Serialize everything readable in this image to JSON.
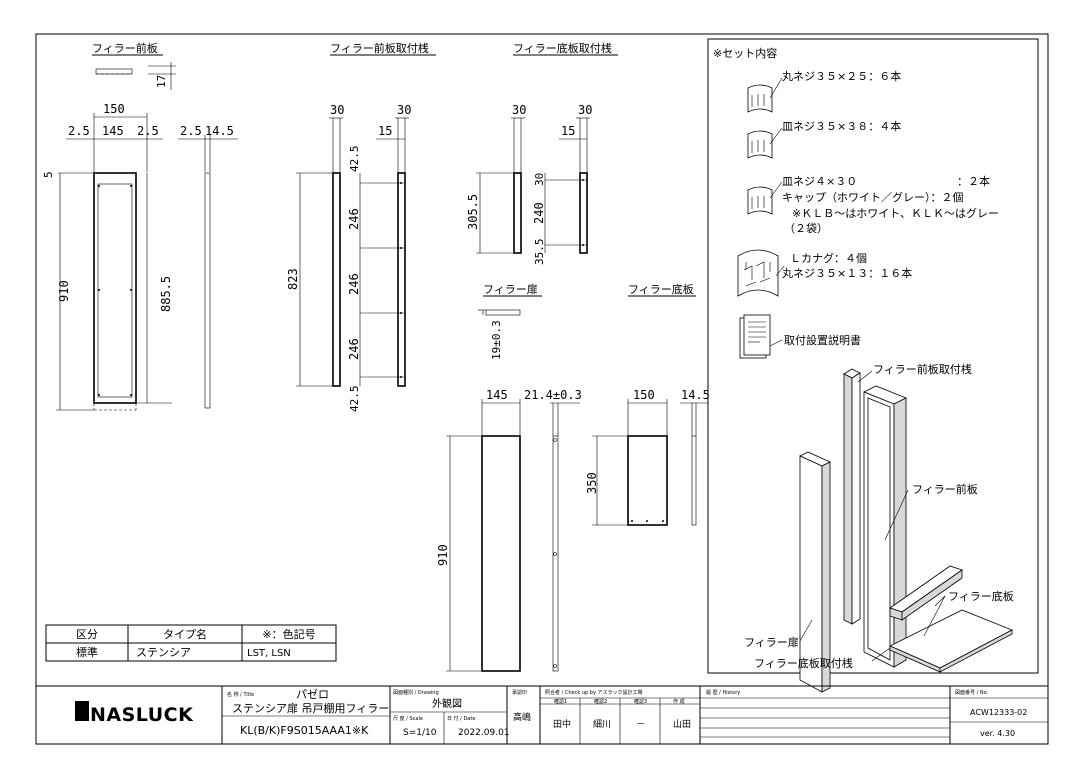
{
  "titles": {
    "front_board": "フィラー前板",
    "front_frame": "フィラー前板取付桟",
    "bottom_frame": "フィラー底板取付桟",
    "door": "フィラー扉",
    "bottom_board": "フィラー底板"
  },
  "dims": {
    "fb_17": "17",
    "fb_150": "150",
    "fb_2_5a": "2.5",
    "fb_145": "145",
    "fb_2_5b": "2.5",
    "fb_2_5c": "2.5",
    "fb_14_5": "14.5",
    "fb_5": "5",
    "fb_910": "910",
    "fb_885_5": "885.5",
    "ff_30a": "30",
    "ff_30b": "30",
    "ff_15": "15",
    "ff_42_5a": "42.5",
    "ff_246a": "246",
    "ff_246b": "246",
    "ff_246c": "246",
    "ff_42_5b": "42.5",
    "ff_823": "823",
    "bf_30a": "30",
    "bf_30b": "30",
    "bf_15": "15",
    "bf_30c": "30",
    "bf_240": "240",
    "bf_35_5": "35.5",
    "bf_305_5": "305.5",
    "dr_19": "19±0.3",
    "dr_145": "145",
    "dr_21_4": "21.4±0.3",
    "dr_910": "910",
    "bb_150": "150",
    "bb_14_5": "14.5",
    "bb_350": "350"
  },
  "set": {
    "header": "※セット内容",
    "item1": "丸ネジ３５×２５：６本",
    "item2": "皿ネジ３５×３８：４本",
    "item3a": "皿ネジ４×３０",
    "item3a_qty": "：２本",
    "item3b": "キャップ（ホワイト／グレー）：２個",
    "item3c": "※ＫＬＢ～はホワイト、ＫＬＫ～はグレー",
    "item3d": "（２袋）",
    "item4a": "Ｌカナグ：４個",
    "item4b": "丸ネジ３５×１３：１６本",
    "item5": "取付設置説明書",
    "lbl_front_frame": "フィラー前板取付桟",
    "lbl_front_board": "フィラー前板",
    "lbl_bottom_board": "フィラー底板",
    "lbl_door": "フィラー扉",
    "lbl_bottom_frame": "フィラー底板取付桟"
  },
  "type_table": {
    "headers": [
      "区分",
      "タイプ名",
      "※：色記号"
    ],
    "row": [
      "標準",
      "ステンシア",
      "LST, LSN"
    ]
  },
  "title_block": {
    "logo": "NASLUCK",
    "name_label": "名 称 / Title",
    "name": "パゼロ",
    "subname": "ステンシア扉 吊戸棚用フィラー",
    "model": "KL(B/K)F9S015AAA1※K",
    "drawing_label": "図面種別 / Drawing",
    "drawing": "外観図",
    "scale_label": "尺 度 / Scale",
    "scale": "S=1/10",
    "date_label": "日 付 / Date",
    "date": "2022.09.01",
    "approve_label": "承認印",
    "approver": "高嶋",
    "check_label": "照合者 / Check up by アスラック設計工場",
    "check1_label": "確認1",
    "check2_label": "確認2",
    "check3_label": "確認3",
    "author_label": "作 成",
    "check1": "田中",
    "check2": "細川",
    "check3": "－",
    "author": "山田",
    "history_label": "履 歴 / History",
    "no_label": "図面番号 / No.",
    "number": "ACW12333-02",
    "version": "ver. 4.30"
  }
}
